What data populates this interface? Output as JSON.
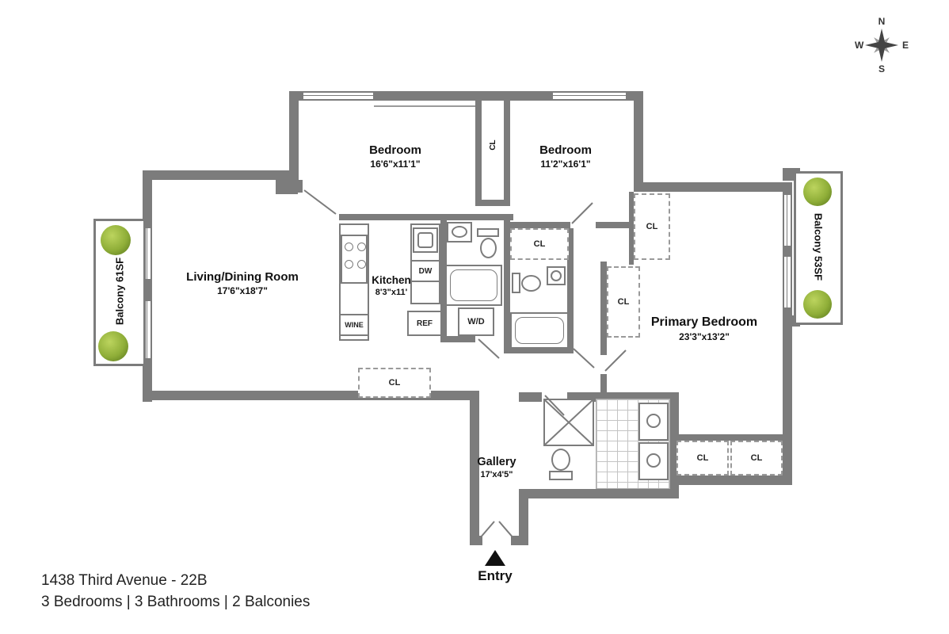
{
  "plan": {
    "rooms": {
      "bedroom1": {
        "name": "Bedroom",
        "dims": "16'6\"x11'1\""
      },
      "bedroom2": {
        "name": "Bedroom",
        "dims": "11'2\"x16'1\""
      },
      "living": {
        "name": "Living/Dining Room",
        "dims": "17'6\"x18'7\""
      },
      "kitchen": {
        "name": "Kitchen",
        "dims": "8'3\"x11'"
      },
      "primary": {
        "name": "Primary Bedroom",
        "dims": "23'3\"x13'2\""
      },
      "gallery": {
        "name": "Gallery",
        "dims": "17'x4'5\""
      },
      "balcony_left": {
        "name": "Balcony 61SF"
      },
      "balcony_right": {
        "name": "Balcony 53SF"
      }
    },
    "fixtures": {
      "closet": "CL",
      "washer_dryer": "W/D",
      "dishwasher": "DW",
      "refrigerator": "REF",
      "wine": "WINE"
    },
    "entry": "Entry"
  },
  "compass": {
    "north": "N",
    "east": "E",
    "south": "S",
    "west": "W"
  },
  "footer": {
    "address": "1438 Third Avenue - 22B",
    "summary": "3 Bedrooms | 3 Bathrooms | 2 Balconies"
  },
  "colors": {
    "wall": "#7c7c7c",
    "text": "#111111",
    "tree": "#8fae38"
  }
}
